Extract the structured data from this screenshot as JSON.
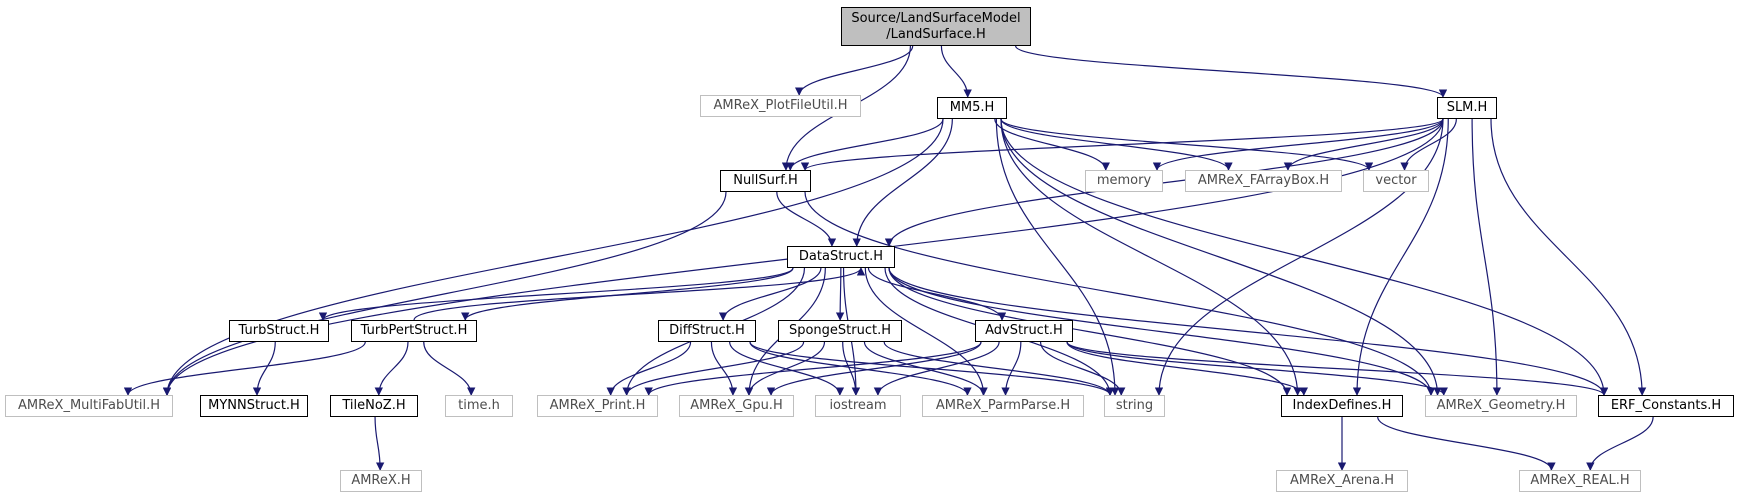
{
  "graph": {
    "edge_color": "#191970",
    "root_fill": "#bfbfbf",
    "external_border": "#bfbfbf",
    "nodes": {
      "root_line1": "Source/LandSurfaceModel",
      "root_line2": "/LandSurface.H",
      "plotfileutil": "AMReX_PlotFileUtil.H",
      "mm5": "MM5.H",
      "slm": "SLM.H",
      "nullsurf": "NullSurf.H",
      "memory": "memory",
      "farraybox": "AMReX_FArrayBox.H",
      "vector": "vector",
      "datastruct": "DataStruct.H",
      "turbstruct": "TurbStruct.H",
      "turbpertstruct": "TurbPertStruct.H",
      "diffstruct": "DiffStruct.H",
      "spongestruct": "SpongeStruct.H",
      "advstruct": "AdvStruct.H",
      "multifabutil": "AMReX_MultiFabUtil.H",
      "mynnstruct": "MYNNStruct.H",
      "tilenoz": "TileNoZ.H",
      "time": "time.h",
      "print": "AMReX_Print.H",
      "gpu": "AMReX_Gpu.H",
      "iostream": "iostream",
      "parmparse": "AMReX_ParmParse.H",
      "string": "string",
      "indexdefines": "IndexDefines.H",
      "geometry": "AMReX_Geometry.H",
      "erfconstants": "ERF_Constants.H",
      "amrex": "AMReX.H",
      "arena": "AMReX_Arena.H",
      "real": "AMReX_REAL.H"
    },
    "edges": [
      [
        "root",
        "plotfileutil"
      ],
      [
        "root",
        "mm5"
      ],
      [
        "root",
        "slm"
      ],
      [
        "root",
        "nullsurf"
      ],
      [
        "mm5",
        "nullsurf"
      ],
      [
        "mm5",
        "memory"
      ],
      [
        "mm5",
        "farraybox"
      ],
      [
        "mm5",
        "vector"
      ],
      [
        "mm5",
        "datastruct"
      ],
      [
        "mm5",
        "multifabutil"
      ],
      [
        "mm5",
        "string"
      ],
      [
        "mm5",
        "indexdefines"
      ],
      [
        "mm5",
        "geometry"
      ],
      [
        "mm5",
        "erfconstants"
      ],
      [
        "slm",
        "nullsurf"
      ],
      [
        "slm",
        "memory"
      ],
      [
        "slm",
        "farraybox"
      ],
      [
        "slm",
        "vector"
      ],
      [
        "slm",
        "datastruct"
      ],
      [
        "slm",
        "multifabutil"
      ],
      [
        "slm",
        "string"
      ],
      [
        "slm",
        "indexdefines"
      ],
      [
        "slm",
        "geometry"
      ],
      [
        "slm",
        "erfconstants"
      ],
      [
        "nullsurf",
        "datastruct"
      ],
      [
        "nullsurf",
        "multifabutil"
      ],
      [
        "nullsurf",
        "geometry"
      ],
      [
        "datastruct",
        "turbstruct"
      ],
      [
        "datastruct",
        "turbpertstruct"
      ],
      [
        "datastruct",
        "diffstruct"
      ],
      [
        "datastruct",
        "spongestruct"
      ],
      [
        "datastruct",
        "advstruct"
      ],
      [
        "datastruct",
        "print"
      ],
      [
        "datastruct",
        "gpu"
      ],
      [
        "datastruct",
        "iostream"
      ],
      [
        "datastruct",
        "parmparse"
      ],
      [
        "datastruct",
        "string"
      ],
      [
        "datastruct",
        "indexdefines"
      ],
      [
        "datastruct",
        "geometry"
      ],
      [
        "datastruct",
        "erfconstants"
      ],
      [
        "turbstruct",
        "mynnstruct"
      ],
      [
        "turbpertstruct",
        "datastruct"
      ],
      [
        "turbpertstruct",
        "multifabutil"
      ],
      [
        "turbpertstruct",
        "tilenoz"
      ],
      [
        "turbpertstruct",
        "time"
      ],
      [
        "diffstruct",
        "print"
      ],
      [
        "diffstruct",
        "gpu"
      ],
      [
        "diffstruct",
        "iostream"
      ],
      [
        "diffstruct",
        "parmparse"
      ],
      [
        "diffstruct",
        "string"
      ],
      [
        "spongestruct",
        "print"
      ],
      [
        "spongestruct",
        "gpu"
      ],
      [
        "spongestruct",
        "iostream"
      ],
      [
        "spongestruct",
        "parmparse"
      ],
      [
        "spongestruct",
        "string"
      ],
      [
        "advstruct",
        "print"
      ],
      [
        "advstruct",
        "gpu"
      ],
      [
        "advstruct",
        "iostream"
      ],
      [
        "advstruct",
        "parmparse"
      ],
      [
        "advstruct",
        "string"
      ],
      [
        "advstruct",
        "indexdefines"
      ],
      [
        "advstruct",
        "geometry"
      ],
      [
        "advstruct",
        "erfconstants"
      ],
      [
        "tilenoz",
        "amrex"
      ],
      [
        "indexdefines",
        "arena"
      ],
      [
        "indexdefines",
        "real"
      ],
      [
        "erfconstants",
        "real"
      ]
    ]
  }
}
